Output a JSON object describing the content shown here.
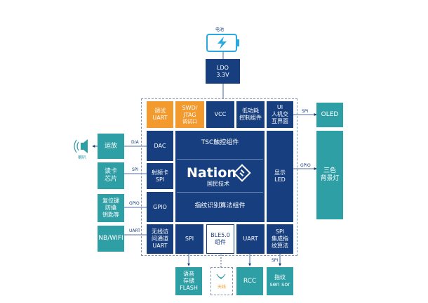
{
  "power": {
    "label": "电池",
    "ldo_line1": "LDO",
    "ldo_line2": "3.3V"
  },
  "top_row": {
    "debug": {
      "line1": "调试",
      "line2": "UART"
    },
    "swd": {
      "line1": "SWD/",
      "line2": "JTAG",
      "line3": "调试口"
    },
    "vcc": "VCC",
    "lowpower": {
      "line1": "低功耗",
      "line2": "控制组件"
    },
    "ui": {
      "line1": "UI",
      "line2": "人机交",
      "line3": "互界面"
    }
  },
  "chip": {
    "dac": "DAC",
    "tsc": "TSC触控组件",
    "logo_word": "Nation",
    "logo_sub": "国民技术",
    "rfcard": {
      "line1": "射频卡",
      "line2": "SPI"
    },
    "led": {
      "line1": "显示",
      "line2": "LED"
    },
    "gpio": "GPIO",
    "fingerprint_algo": "指纹识别算法组件",
    "wireless": {
      "line1": "无线访",
      "line2": "问通道",
      "line3": "UART"
    },
    "spi": "SPI",
    "ble": {
      "line1": "BLE5.0",
      "line2": "组件"
    },
    "uart": "UART",
    "spi_algo": {
      "line1": "SPI",
      "line2": "集成指",
      "line3": "纹算法"
    }
  },
  "left": {
    "speaker_label": "喇叭",
    "amp": "运放",
    "card": {
      "line1": "读卡",
      "line2": "芯片"
    },
    "reset": {
      "line1": "复位键",
      "line2": "防撬",
      "line3": "钥匙等"
    },
    "nb": "NB/WIFI"
  },
  "right": {
    "oled": "OLED",
    "rgb": {
      "line1": "三色",
      "line2": "背景灯"
    }
  },
  "bottom": {
    "flash": {
      "line1": "语音",
      "line2": "存储",
      "line3": "FLASH"
    },
    "antenna": "天线",
    "rcc": "RCC",
    "sensor": {
      "line1": "指纹",
      "line2": "sen sor"
    }
  },
  "connectors": {
    "da": "D/A",
    "spi_card": "SPI",
    "gpio": "GPIO",
    "uart_nb": "UART",
    "spi_oled": "SPI",
    "gpio_rgb": "GPIO",
    "spi_sensor": "SPI"
  },
  "colors": {
    "navy": "#173f7f",
    "orange": "#f39a2e",
    "teal": "#2f9fa6",
    "battery": "#29a9e0"
  }
}
